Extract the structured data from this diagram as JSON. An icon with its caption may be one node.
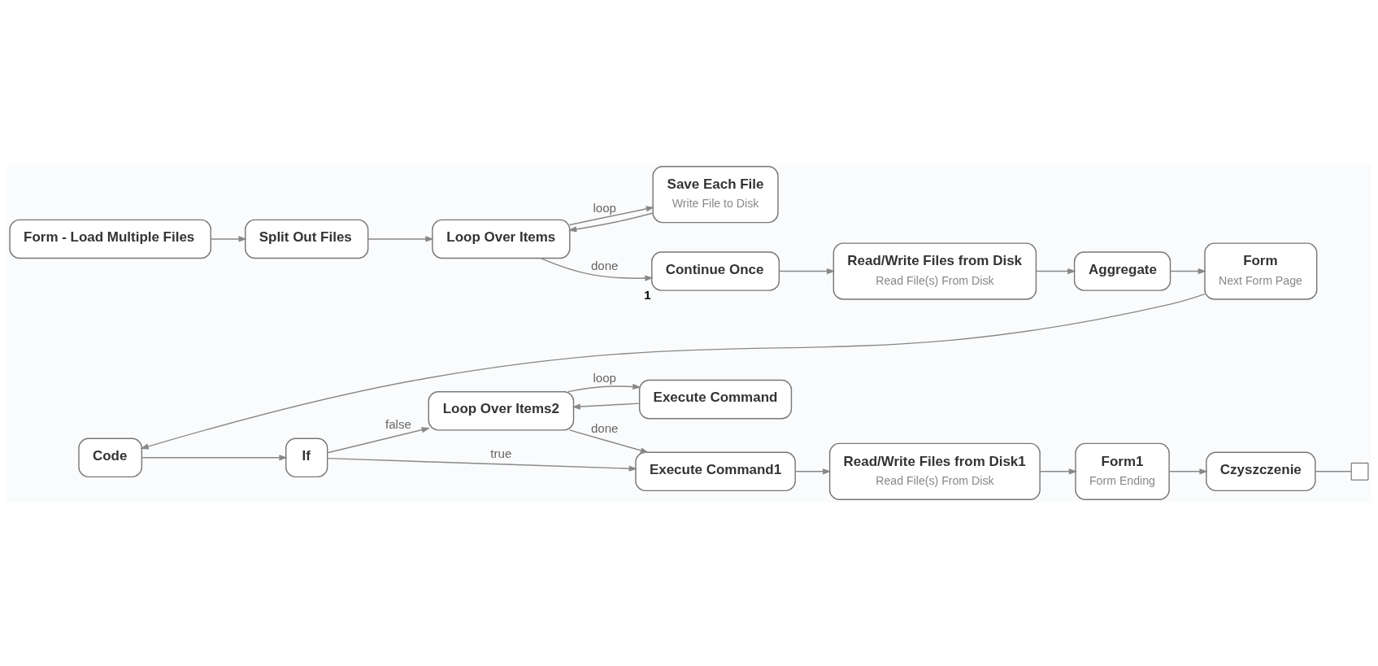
{
  "diagram": {
    "nodes": [
      {
        "text": [
          "Form - Load Multiple Files"
        ]
      },
      {
        "text": [
          "Split Out Files"
        ]
      },
      {
        "text": [
          "Loop Over Items"
        ]
      },
      {
        "text": [
          "Save Each File",
          "Write File to Disk"
        ]
      },
      {
        "text": [
          "Continue Once"
        ],
        "beside": [
          "1"
        ]
      },
      {
        "text": [
          "Read/Write Files from Disk",
          "Read File(s) From Disk"
        ]
      },
      {
        "text": [
          "Aggregate"
        ]
      },
      {
        "text": [
          "Form",
          "Next Form Page"
        ]
      },
      {
        "text": [
          "Code"
        ]
      },
      {
        "text": [
          "If"
        ]
      },
      {
        "text": [
          "Loop Over Items2"
        ]
      },
      {
        "text": [
          "Execute Command"
        ]
      },
      {
        "text": [
          "Execute Command1"
        ]
      },
      {
        "text": [
          "Read/Write Files from Disk1",
          "Read File(s) From Disk"
        ]
      },
      {
        "text": [
          "Form1",
          "Form Ending"
        ]
      },
      {
        "text": [
          "Czyszczenie"
        ]
      },
      {
        "text": [],
        "shape": "box"
      }
    ],
    "edges": [
      {
        "from": 0,
        "to": 1,
        "arrow": "to"
      },
      {
        "from": 1,
        "to": 2,
        "arrow": "to"
      },
      {
        "from": 2,
        "to": 4,
        "arrow": "to",
        "label": "done"
      },
      {
        "from": 2,
        "to": 3,
        "arrow": "to",
        "label": "loop"
      },
      {
        "from": 3,
        "to": 2,
        "arrow": "to"
      },
      {
        "from": 4,
        "to": 5,
        "arrow": "to"
      },
      {
        "from": 5,
        "to": 6,
        "arrow": "to"
      },
      {
        "from": 6,
        "to": 7,
        "arrow": "to"
      },
      {
        "from": 7,
        "to": 8,
        "arrow": "to"
      },
      {
        "from": 8,
        "to": 9,
        "arrow": "to"
      },
      {
        "from": 9,
        "to": 12,
        "arrow": "to",
        "label": "true"
      },
      {
        "from": 9,
        "to": 10,
        "arrow": "to",
        "label": "false"
      },
      {
        "from": 10,
        "to": 12,
        "arrow": "to",
        "label": "done"
      },
      {
        "from": 10,
        "to": 11,
        "arrow": "to",
        "label": "loop"
      },
      {
        "from": 11,
        "to": 10,
        "arrow": "to"
      },
      {
        "from": 12,
        "to": 13,
        "arrow": "to"
      },
      {
        "from": 13,
        "to": 14,
        "arrow": "to"
      },
      {
        "from": 14,
        "to": 15,
        "arrow": "to"
      },
      {
        "from": 15,
        "to": 16,
        "arrow": "none"
      }
    ]
  }
}
